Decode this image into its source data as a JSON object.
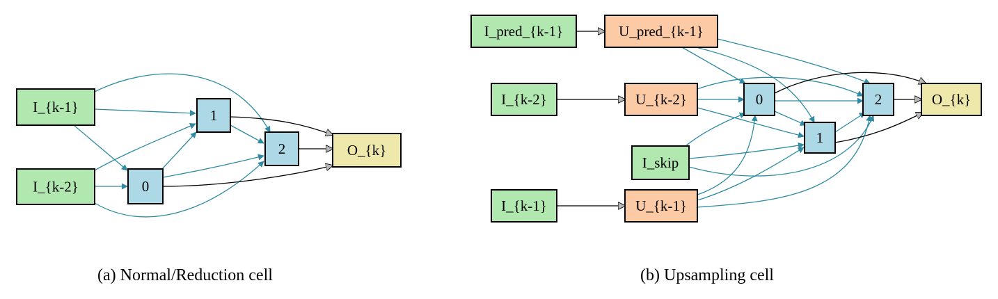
{
  "colors": {
    "input": "#b0e8b0",
    "upsample": "#fccba6",
    "op": "#add8e6",
    "output": "#eee8aa",
    "edge_op": "#2e8ba3",
    "edge_out": "#000000"
  },
  "panels": [
    {
      "id": "a",
      "caption": "(a) Normal/Reduction cell",
      "nodes": [
        {
          "id": "a_Ik1",
          "label": "I_{k-1}",
          "kind": "input"
        },
        {
          "id": "a_Ik2",
          "label": "I_{k-2}",
          "kind": "input"
        },
        {
          "id": "a_0",
          "label": "0",
          "kind": "op"
        },
        {
          "id": "a_1",
          "label": "1",
          "kind": "op"
        },
        {
          "id": "a_2",
          "label": "2",
          "kind": "op"
        },
        {
          "id": "a_Ok",
          "label": "O_{k}",
          "kind": "output"
        }
      ],
      "edges": [
        {
          "from": "a_Ik1",
          "to": "a_1"
        },
        {
          "from": "a_Ik1",
          "to": "a_0"
        },
        {
          "from": "a_Ik1",
          "to": "a_2"
        },
        {
          "from": "a_Ik2",
          "to": "a_0"
        },
        {
          "from": "a_Ik2",
          "to": "a_1"
        },
        {
          "from": "a_Ik2",
          "to": "a_2"
        },
        {
          "from": "a_0",
          "to": "a_1"
        },
        {
          "from": "a_0",
          "to": "a_2"
        },
        {
          "from": "a_1",
          "to": "a_2"
        },
        {
          "from": "a_0",
          "to": "a_Ok"
        },
        {
          "from": "a_1",
          "to": "a_Ok"
        },
        {
          "from": "a_2",
          "to": "a_Ok"
        }
      ]
    },
    {
      "id": "b",
      "caption": "(b) Upsampling cell",
      "nodes": [
        {
          "id": "b_Ipred",
          "label": "I_pred_{k-1}",
          "kind": "input"
        },
        {
          "id": "b_Upred",
          "label": "U_pred_{k-1}",
          "kind": "upsample"
        },
        {
          "id": "b_Ik2",
          "label": "I_{k-2}",
          "kind": "input"
        },
        {
          "id": "b_Uk2",
          "label": "U_{k-2}",
          "kind": "upsample"
        },
        {
          "id": "b_Iskip",
          "label": "I_skip",
          "kind": "input"
        },
        {
          "id": "b_Ik1",
          "label": "I_{k-1}",
          "kind": "input"
        },
        {
          "id": "b_Uk1",
          "label": "U_{k-1}",
          "kind": "upsample"
        },
        {
          "id": "b_0",
          "label": "0",
          "kind": "op"
        },
        {
          "id": "b_1",
          "label": "1",
          "kind": "op"
        },
        {
          "id": "b_2",
          "label": "2",
          "kind": "op"
        },
        {
          "id": "b_Ok",
          "label": "O_{k}",
          "kind": "output"
        }
      ],
      "edges": [
        {
          "from": "b_Ipred",
          "to": "b_Upred"
        },
        {
          "from": "b_Ik2",
          "to": "b_Uk2"
        },
        {
          "from": "b_Ik1",
          "to": "b_Uk1"
        },
        {
          "from": "b_Upred",
          "to": "b_0"
        },
        {
          "from": "b_Upred",
          "to": "b_1"
        },
        {
          "from": "b_Upred",
          "to": "b_2"
        },
        {
          "from": "b_Uk2",
          "to": "b_0"
        },
        {
          "from": "b_Uk2",
          "to": "b_1"
        },
        {
          "from": "b_Uk2",
          "to": "b_2"
        },
        {
          "from": "b_Iskip",
          "to": "b_0"
        },
        {
          "from": "b_Iskip",
          "to": "b_1"
        },
        {
          "from": "b_Iskip",
          "to": "b_2"
        },
        {
          "from": "b_Uk1",
          "to": "b_0"
        },
        {
          "from": "b_Uk1",
          "to": "b_1"
        },
        {
          "from": "b_Uk1",
          "to": "b_2"
        },
        {
          "from": "b_0",
          "to": "b_1"
        },
        {
          "from": "b_0",
          "to": "b_2"
        },
        {
          "from": "b_1",
          "to": "b_2"
        },
        {
          "from": "b_0",
          "to": "b_Ok"
        },
        {
          "from": "b_1",
          "to": "b_Ok"
        },
        {
          "from": "b_2",
          "to": "b_Ok"
        }
      ]
    }
  ]
}
